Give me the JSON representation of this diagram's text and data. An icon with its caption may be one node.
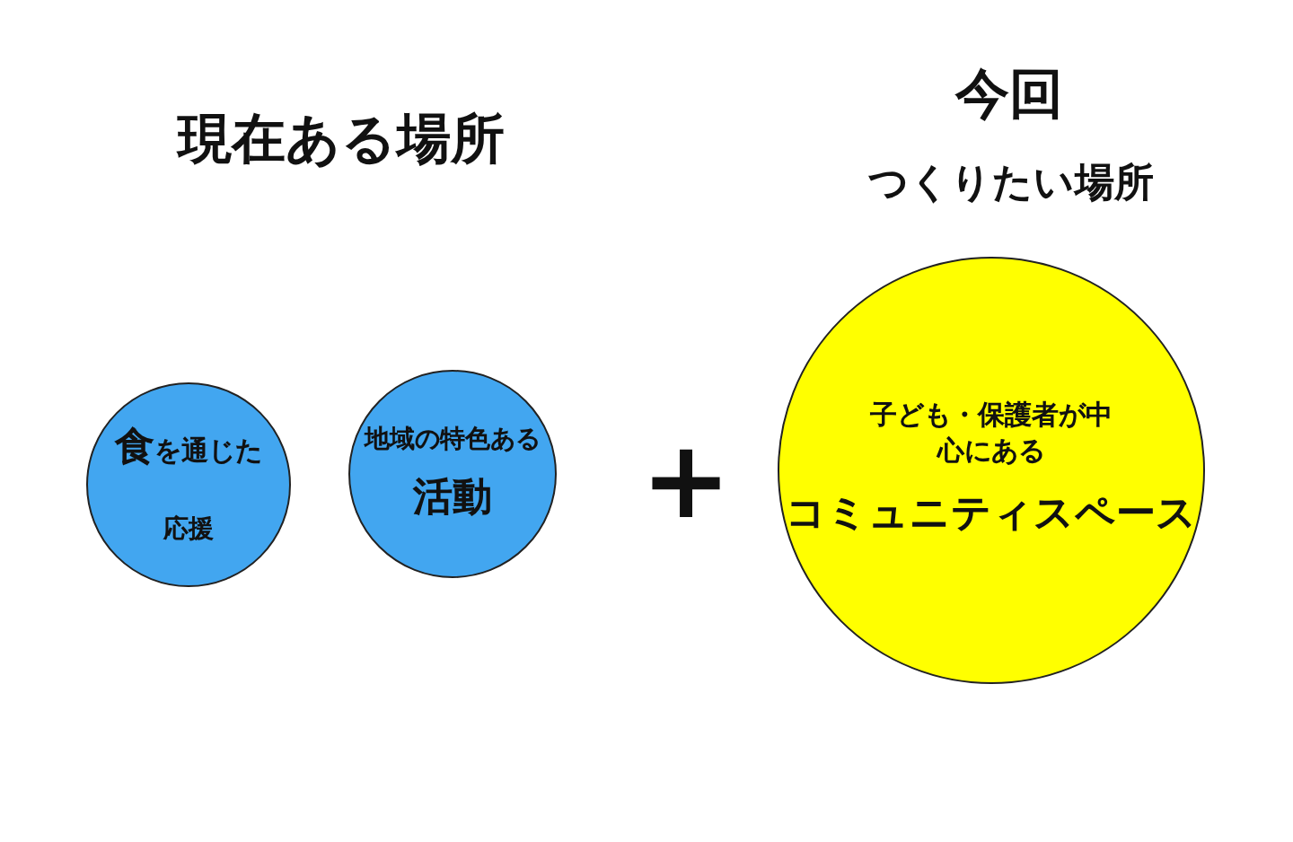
{
  "diagram": {
    "nodes": [
      {
        "text": [
          "**食**を通じた",
          "応援"
        ]
      },
      {
        "text": [
          "地域の特色ある",
          "活動"
        ]
      },
      {
        "text": [
          "子ども・保護者が中心にある",
          "コミュニティスペース"
        ]
      }
    ],
    "labels": [
      "現在ある場所",
      "今回",
      "つくりたい場所",
      "+"
    ]
  }
}
